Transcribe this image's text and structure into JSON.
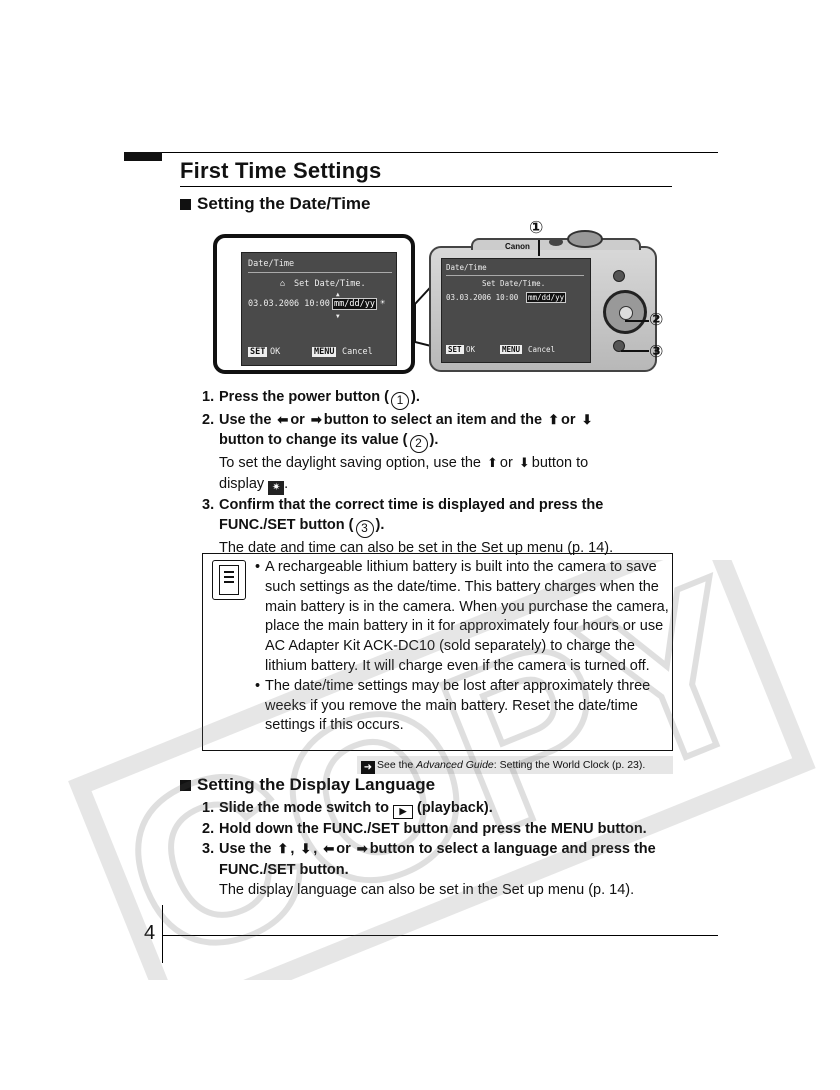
{
  "page_title": "First Time Settings",
  "section1": {
    "heading": "Setting the Date/Time",
    "figure": {
      "lcd": {
        "title": "Date/Time",
        "subtitle": "Set Date/Time.",
        "datetime": "03.03.2006 10:00",
        "format": "mm/dd/yy",
        "set_btn": "SET",
        "ok_label": "OK",
        "menu_btn": "MENU",
        "cancel_label": "Cancel"
      },
      "brand": "Canon",
      "callouts": [
        "①",
        "②",
        "③"
      ]
    },
    "steps": [
      {
        "num": "1.",
        "text_a": "Press the power button (",
        "circ": "1",
        "text_b": ")."
      },
      {
        "num": "2.",
        "text_a": "Use the",
        "or1": "or",
        "text_b": "button to select an item and the",
        "or2": "or",
        "text_c": "button to change its value (",
        "circ": "2",
        "text_d": ").",
        "note_a": "To set the daylight saving option, use the",
        "note_or": "or",
        "note_b": "button to",
        "note_c": "display",
        "note_d": "."
      },
      {
        "num": "3.",
        "text_a": "Confirm that the correct time is displayed and press the",
        "text_b": "FUNC./SET button (",
        "circ": "3",
        "text_c": ").",
        "note": "The date and time can also be set in the Set up menu (p. 14)."
      }
    ],
    "notes": [
      "A rechargeable lithium battery is built into the camera to save such settings as the date/time. This battery charges when the main battery is in the camera. When you purchase the camera, place the main battery in it for approximately four hours or use AC Adapter Kit ACK-DC10 (sold separately) to charge the lithium battery. It will charge even if the camera is turned off.",
      "The date/time settings may be lost after approximately three weeks if you remove the main battery. Reset the date/time settings if this occurs."
    ],
    "see_ref": {
      "prefix": "See the ",
      "guide": "Advanced Guide",
      "suffix": ": Setting the World Clock (p. 23)."
    }
  },
  "section2": {
    "heading": "Setting the Display Language",
    "steps": [
      {
        "num": "1.",
        "text_a": "Slide the mode switch to",
        "text_b": "(playback)."
      },
      {
        "num": "2.",
        "text": "Hold down the FUNC./SET button and press the MENU button."
      },
      {
        "num": "3.",
        "text_a": "Use the",
        "sep1": ",",
        "sep2": ",",
        "or": "or",
        "text_b": "button to select a language and press the FUNC./SET button.",
        "note": "The display language can also be set in the Set up menu (p. 14)."
      }
    ]
  },
  "page_number": "4",
  "watermark": "COPY",
  "icons": {
    "left_arrow": "left-arrow-icon",
    "right_arrow": "right-arrow-icon",
    "up_arrow": "up-arrow-icon",
    "down_arrow": "down-arrow-icon",
    "daylight_saving": "daylight-saving-icon",
    "playback": "playback-icon",
    "note": "note-icon"
  }
}
